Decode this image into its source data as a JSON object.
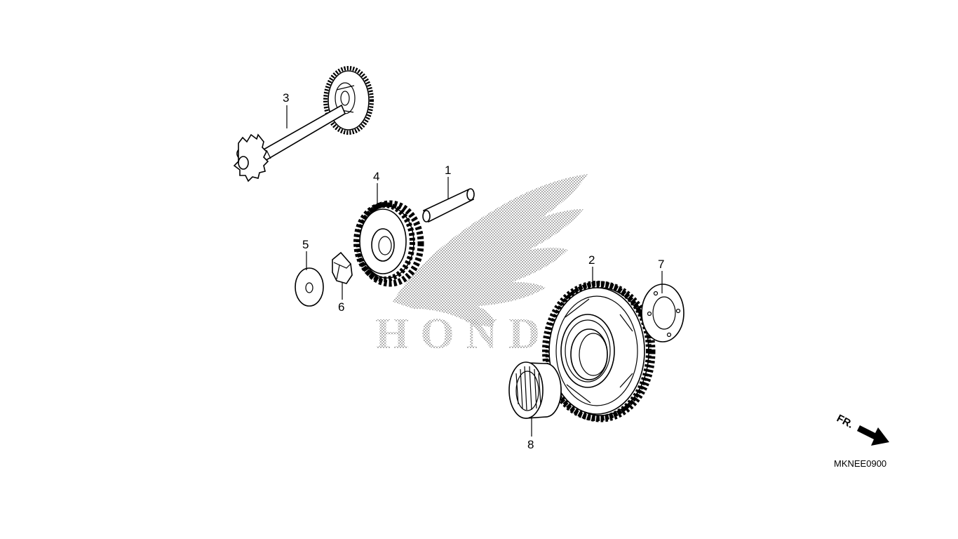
{
  "diagram": {
    "watermark_brand": "HONDA",
    "drawing_code": "MKNEE0900",
    "direction_label": "FR.",
    "parts": [
      {
        "number": "1",
        "icon": "pin-icon"
      },
      {
        "number": "2",
        "icon": "starter-driven-gear-icon"
      },
      {
        "number": "3",
        "icon": "reduction-gear-shaft-icon"
      },
      {
        "number": "4",
        "icon": "idle-gear-icon"
      },
      {
        "number": "5",
        "icon": "washer-icon"
      },
      {
        "number": "6",
        "icon": "collar-icon"
      },
      {
        "number": "7",
        "icon": "plate-icon"
      },
      {
        "number": "8",
        "icon": "needle-bearing-icon"
      }
    ]
  }
}
